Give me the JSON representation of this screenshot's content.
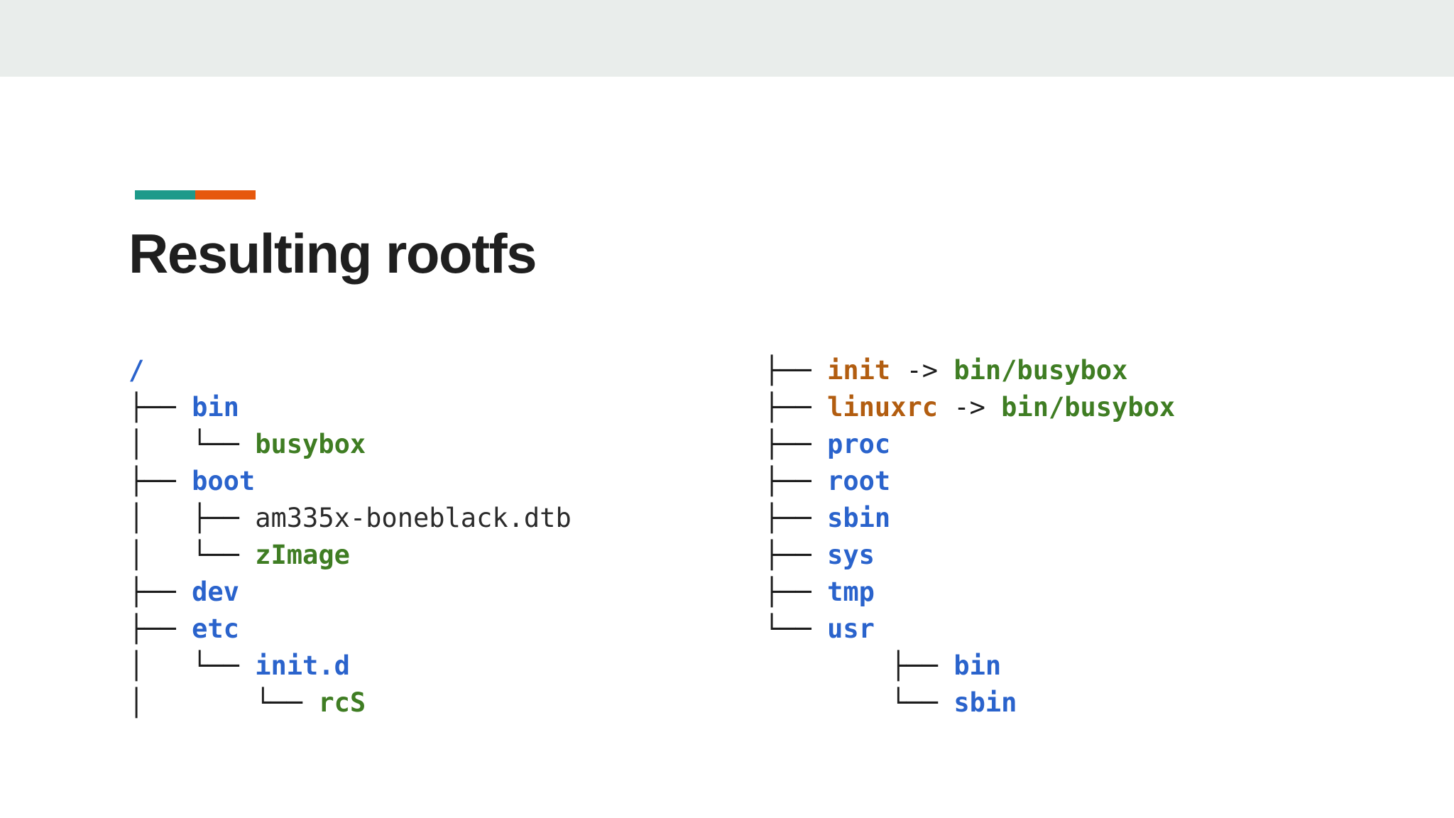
{
  "slide": {
    "title": "Resulting rootfs",
    "background": "#ffffff",
    "top_band_color": "#e9edeb",
    "accent_bar": {
      "teal": "#1d9a8a",
      "orange": "#e6580d"
    }
  },
  "legend_colors": {
    "directory": "#2a63cc",
    "executable": "#3f7d23",
    "symlink": "#b25d10",
    "file": "#2b2b2b",
    "connector": "#1d1d1d"
  },
  "tree": {
    "columns": [
      {
        "id": "left",
        "lines": [
          [
            {
              "t": "/",
              "c": "directory"
            }
          ],
          [
            {
              "t": "├── ",
              "c": "connector"
            },
            {
              "t": "bin",
              "c": "directory"
            }
          ],
          [
            {
              "t": "│   └── ",
              "c": "connector"
            },
            {
              "t": "busybox",
              "c": "executable"
            }
          ],
          [
            {
              "t": "├── ",
              "c": "connector"
            },
            {
              "t": "boot",
              "c": "directory"
            }
          ],
          [
            {
              "t": "│   ├── ",
              "c": "connector"
            },
            {
              "t": "am335x-boneblack.dtb",
              "c": "file"
            }
          ],
          [
            {
              "t": "│   └── ",
              "c": "connector"
            },
            {
              "t": "zImage",
              "c": "executable"
            }
          ],
          [
            {
              "t": "├── ",
              "c": "connector"
            },
            {
              "t": "dev",
              "c": "directory"
            }
          ],
          [
            {
              "t": "├── ",
              "c": "connector"
            },
            {
              "t": "etc",
              "c": "directory"
            }
          ],
          [
            {
              "t": "│   └── ",
              "c": "connector"
            },
            {
              "t": "init.d",
              "c": "directory"
            }
          ],
          [
            {
              "t": "│       └── ",
              "c": "connector"
            },
            {
              "t": "rcS",
              "c": "executable"
            }
          ]
        ]
      },
      {
        "id": "right",
        "lines": [
          [
            {
              "t": "├── ",
              "c": "connector"
            },
            {
              "t": "init",
              "c": "symlink"
            },
            {
              "t": " -> ",
              "c": "connector"
            },
            {
              "t": "bin/busybox",
              "c": "executable"
            }
          ],
          [
            {
              "t": "├── ",
              "c": "connector"
            },
            {
              "t": "linuxrc",
              "c": "symlink"
            },
            {
              "t": " -> ",
              "c": "connector"
            },
            {
              "t": "bin/busybox",
              "c": "executable"
            }
          ],
          [
            {
              "t": "├── ",
              "c": "connector"
            },
            {
              "t": "proc",
              "c": "directory"
            }
          ],
          [
            {
              "t": "├── ",
              "c": "connector"
            },
            {
              "t": "root",
              "c": "directory"
            }
          ],
          [
            {
              "t": "├── ",
              "c": "connector"
            },
            {
              "t": "sbin",
              "c": "directory"
            }
          ],
          [
            {
              "t": "├── ",
              "c": "connector"
            },
            {
              "t": "sys",
              "c": "directory"
            }
          ],
          [
            {
              "t": "├── ",
              "c": "connector"
            },
            {
              "t": "tmp",
              "c": "directory"
            }
          ],
          [
            {
              "t": "└── ",
              "c": "connector"
            },
            {
              "t": "usr",
              "c": "directory"
            }
          ],
          [
            {
              "t": "        ├── ",
              "c": "connector"
            },
            {
              "t": "bin",
              "c": "directory"
            }
          ],
          [
            {
              "t": "        └── ",
              "c": "connector"
            },
            {
              "t": "sbin",
              "c": "directory"
            }
          ]
        ]
      }
    ]
  }
}
